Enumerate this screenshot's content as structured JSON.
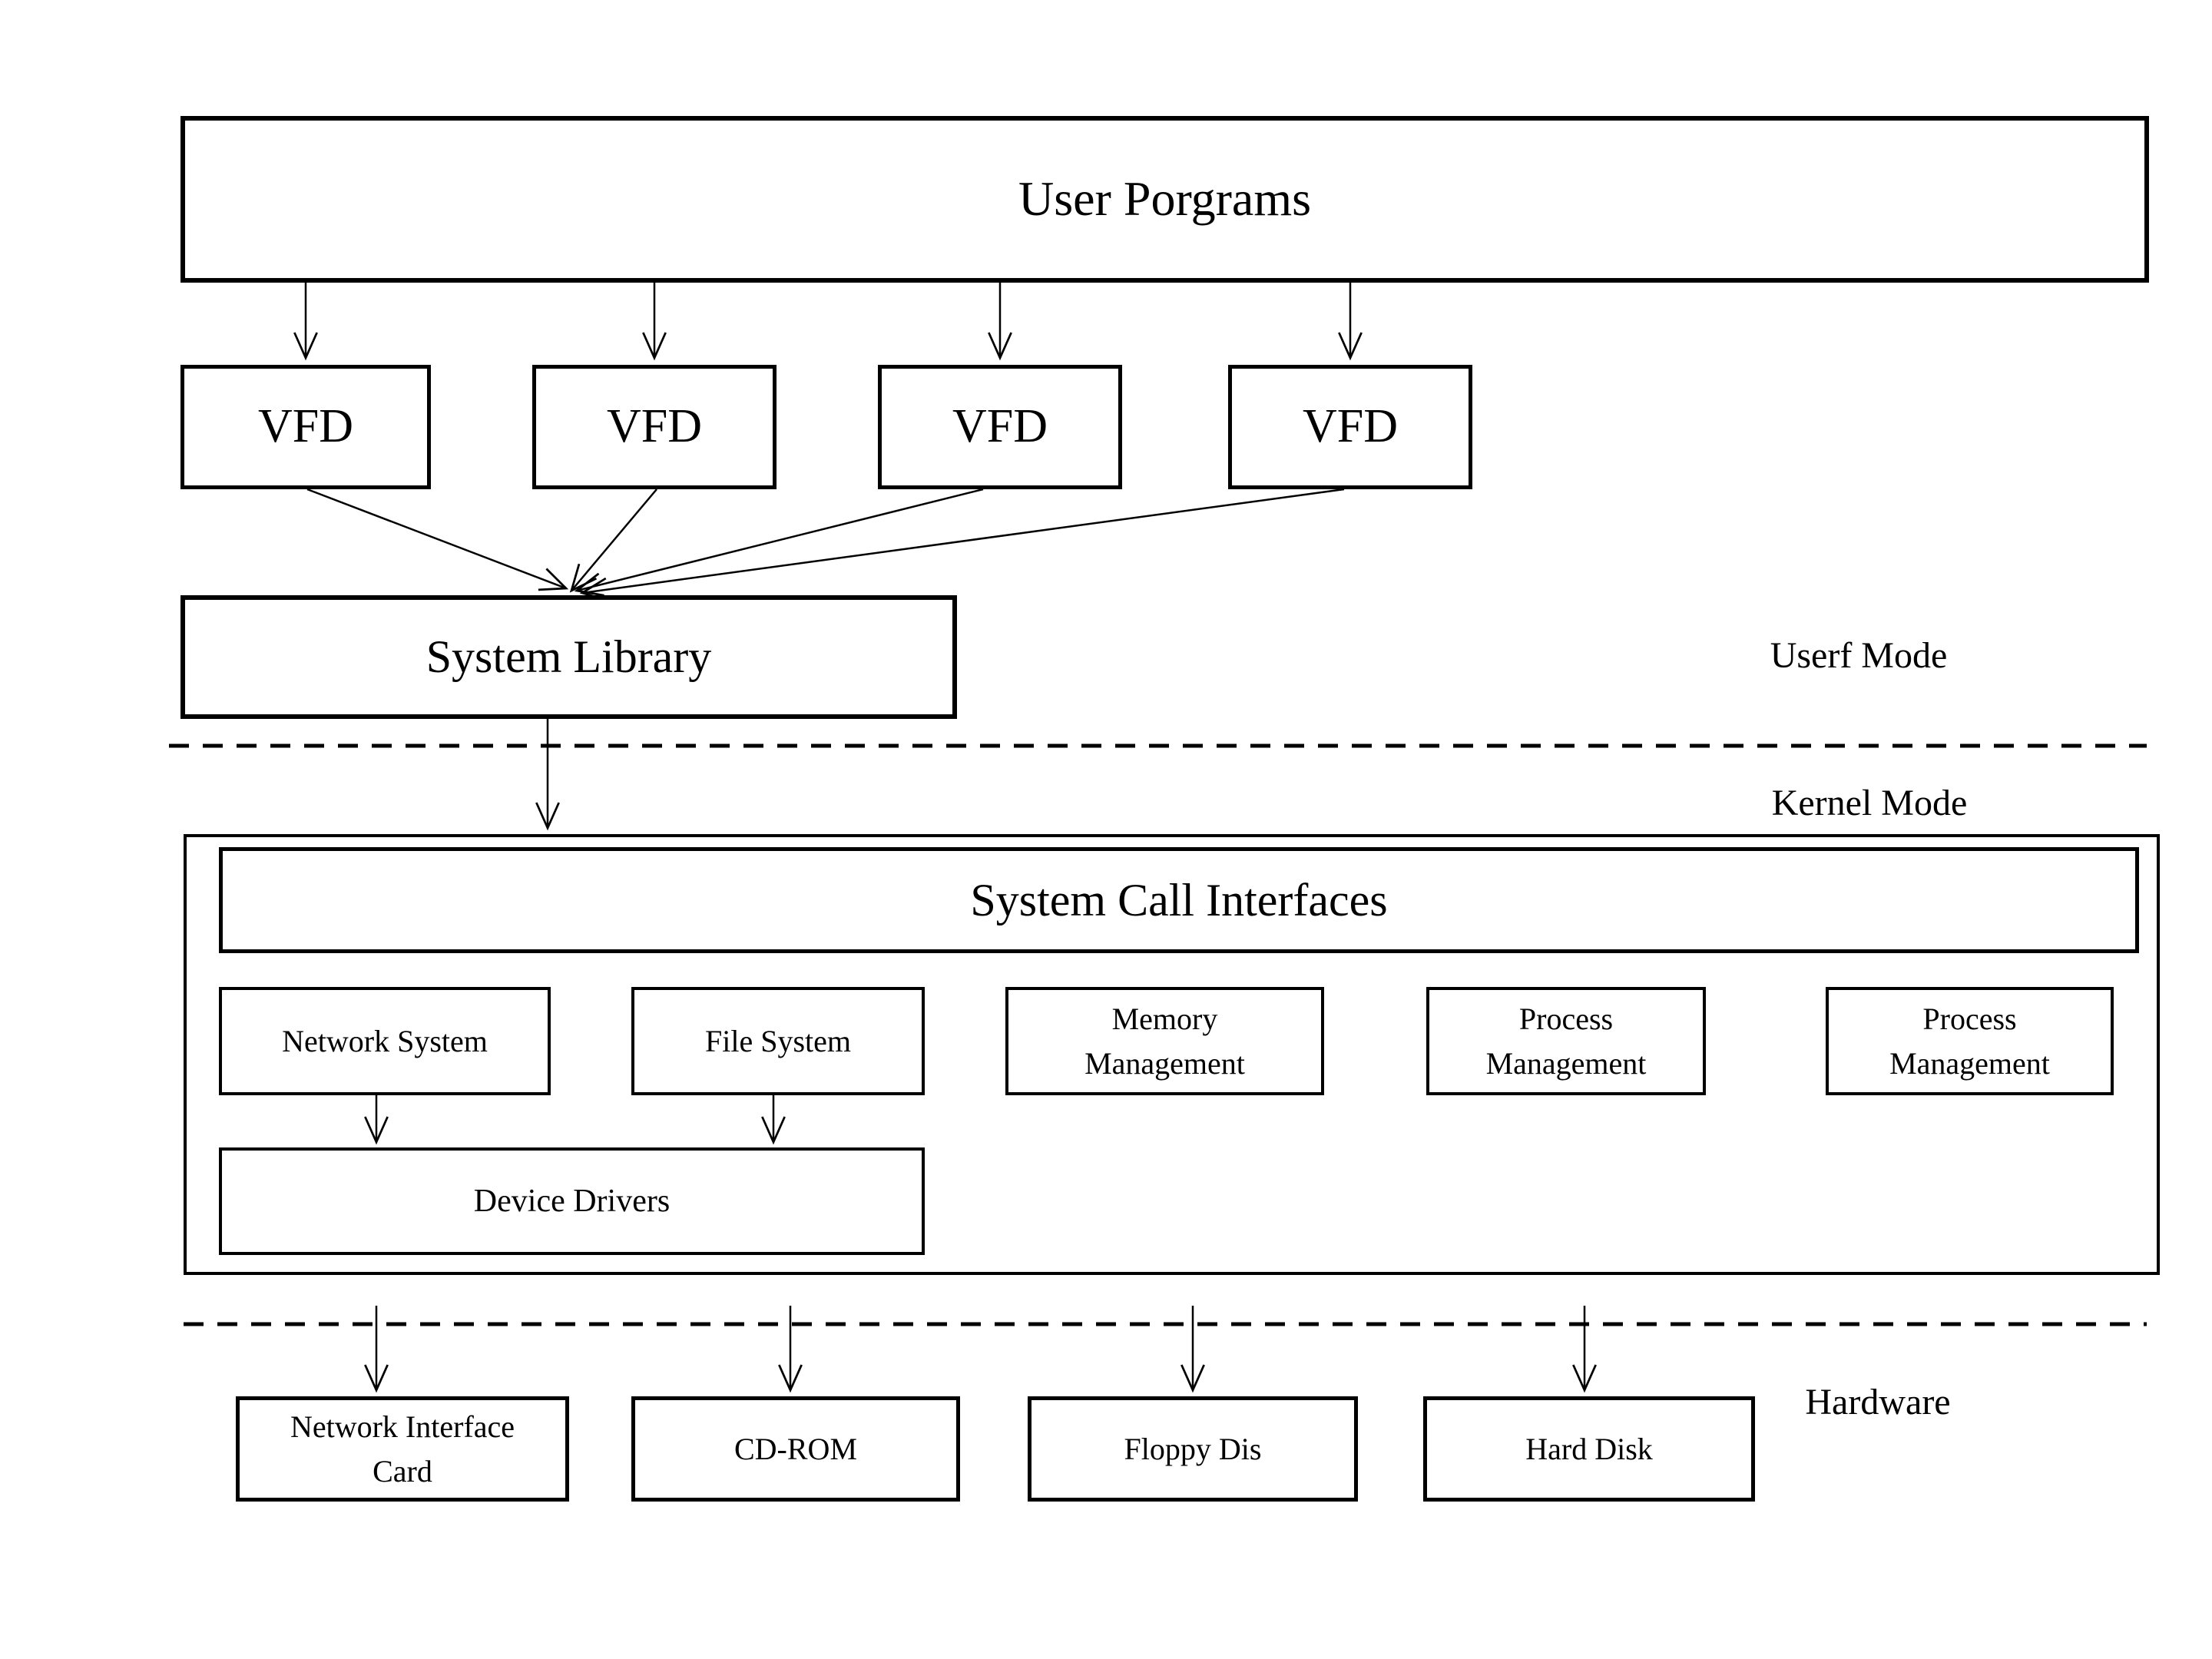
{
  "user_programs": {
    "label": "User Porgrams"
  },
  "vfd_boxes": [
    {
      "label": "VFD"
    },
    {
      "label": "VFD"
    },
    {
      "label": "VFD"
    },
    {
      "label": "VFD"
    }
  ],
  "system_library": {
    "label": "System Library"
  },
  "mode_labels": {
    "user_mode": "Userf Mode",
    "kernel_mode": "Kernel Mode",
    "hardware": "Hardware"
  },
  "kernel": {
    "system_call_interfaces": {
      "label": "System Call Interfaces"
    },
    "subsystems": [
      {
        "label": "Network System"
      },
      {
        "label": "File System"
      },
      {
        "label": "Memory\nManagement"
      },
      {
        "label": "Process\nManagement"
      },
      {
        "label": "Process\nManagement"
      }
    ],
    "device_drivers": {
      "label": "Device Drivers"
    }
  },
  "hardware_devices": [
    {
      "label": "Network Interface\nCard"
    },
    {
      "label": "CD-ROM"
    },
    {
      "label": "Floppy Dis"
    },
    {
      "label": "Hard Disk"
    }
  ],
  "colors": {
    "line": "#000000",
    "background": "#ffffff",
    "box_border": "#000000",
    "text": "#000000"
  }
}
